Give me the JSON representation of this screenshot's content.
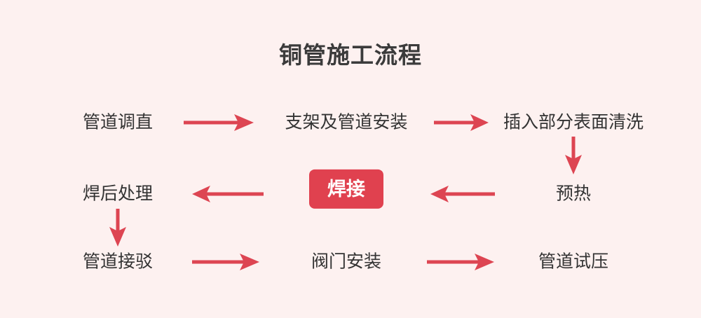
{
  "chart_data": {
    "type": "diagram",
    "diagram_kind": "flowchart",
    "title": "铜管施工流程",
    "background_color": "#fdf1f0",
    "accent_color": "#e0414f",
    "text_color": "#333333",
    "title_color": "#3b3b3b",
    "nodes": [
      {
        "id": "n1",
        "label": "管道调直",
        "row": 1,
        "col": 1,
        "highlight": false
      },
      {
        "id": "n2",
        "label": "支架及管道安装",
        "row": 1,
        "col": 2,
        "highlight": false
      },
      {
        "id": "n3",
        "label": "插入部分表面清洗",
        "row": 1,
        "col": 3,
        "highlight": false
      },
      {
        "id": "n4",
        "label": "预热",
        "row": 2,
        "col": 3,
        "highlight": false
      },
      {
        "id": "n5",
        "label": "焊接",
        "row": 2,
        "col": 2,
        "highlight": true
      },
      {
        "id": "n6",
        "label": "焊后处理",
        "row": 2,
        "col": 1,
        "highlight": false
      },
      {
        "id": "n7",
        "label": "管道接驳",
        "row": 3,
        "col": 1,
        "highlight": false
      },
      {
        "id": "n8",
        "label": "阀门安装",
        "row": 3,
        "col": 2,
        "highlight": false
      },
      {
        "id": "n9",
        "label": "管道试压",
        "row": 3,
        "col": 3,
        "highlight": false
      }
    ],
    "edges": [
      {
        "from": "n1",
        "to": "n2",
        "direction": "right"
      },
      {
        "from": "n2",
        "to": "n3",
        "direction": "right"
      },
      {
        "from": "n3",
        "to": "n4",
        "direction": "down"
      },
      {
        "from": "n4",
        "to": "n5",
        "direction": "left"
      },
      {
        "from": "n5",
        "to": "n6",
        "direction": "left"
      },
      {
        "from": "n6",
        "to": "n7",
        "direction": "down"
      },
      {
        "from": "n7",
        "to": "n8",
        "direction": "right"
      },
      {
        "from": "n8",
        "to": "n9",
        "direction": "right"
      }
    ],
    "legend": [],
    "annotations": []
  },
  "title": "铜管施工流程",
  "nodes": {
    "step1": "管道调直",
    "step2": "支架及管道安装",
    "step3": "插入部分表面清洗",
    "step4": "预热",
    "step5": "焊接",
    "step6": "焊后处理",
    "step7": "管道接驳",
    "step8": "阀门安装",
    "step9": "管道试压"
  }
}
